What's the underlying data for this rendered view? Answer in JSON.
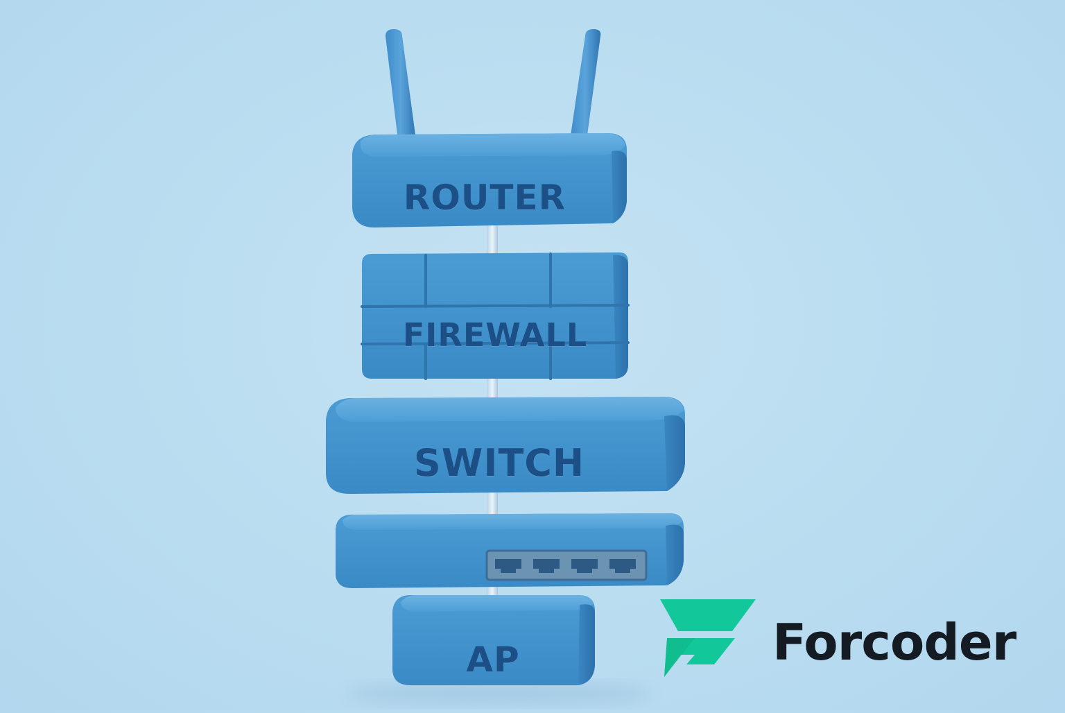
{
  "devices": [
    {
      "id": "router",
      "label": "ROUTER"
    },
    {
      "id": "firewall",
      "label": "FIREWALL"
    },
    {
      "id": "switch",
      "label": "SWITCH"
    },
    {
      "id": "ethernet-switch",
      "label": ""
    },
    {
      "id": "ap",
      "label": "AP"
    }
  ],
  "brand": {
    "name": "Forcoder",
    "logo_color": "#12c79a",
    "text_color": "#141b22"
  },
  "colors": {
    "background": "#bddff2",
    "device": "#4596d0",
    "device_dark": "#2c72ad",
    "label": "#1b4f86",
    "connector": "#d6e8f3"
  }
}
